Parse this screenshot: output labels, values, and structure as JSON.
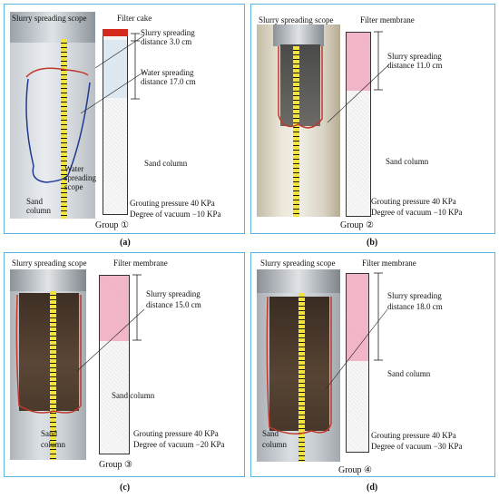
{
  "panels": [
    {
      "id": "a",
      "group": "Group ①",
      "caption": "(a)",
      "labels": {
        "slurry_scope": "Slurry spreading scope",
        "top_marker": "Filter cake",
        "slurry_distance_1": "Slurry spreading",
        "slurry_distance_2": "distance 3.0 cm",
        "water_distance_1": "Water spreading",
        "water_distance_2": "distance 17.0 cm",
        "sand_column": "Sand column",
        "water_scope_1": "Water",
        "water_scope_2": "spreading",
        "water_scope_3": "scope",
        "sand_photo_1": "Sand",
        "sand_photo_2": "column",
        "pressure": "Grouting pressure 40 KPa",
        "vacuum": "Degree of vacuum −10 KPa"
      }
    },
    {
      "id": "b",
      "group": "Group ②",
      "caption": "(b)",
      "labels": {
        "slurry_scope": "Slurry spreading scope",
        "top_marker": "Filter membrane",
        "slurry_distance_1": "Slurry spreading",
        "slurry_distance_2": "distance 11.0 cm",
        "sand_column": "Sand column",
        "pressure": "Grouting pressure 40 KPa",
        "vacuum": "Degree of vacuum −10 KPa"
      }
    },
    {
      "id": "c",
      "group": "Group ③",
      "caption": "(c)",
      "labels": {
        "slurry_scope": "Slurry spreading scope",
        "top_marker": "Filter membrane",
        "slurry_distance_1": "Slurry spreading",
        "slurry_distance_2": "distance 15.0 cm",
        "sand_column": "Sand column",
        "sand_photo_1": "Sand",
        "sand_photo_2": "column",
        "pressure": "Grouting pressure 40 KPa",
        "vacuum": "Degree of vacuum −20 KPa"
      }
    },
    {
      "id": "d",
      "group": "Group ④",
      "caption": "(d)",
      "labels": {
        "slurry_scope": "Slurry spreading scope",
        "top_marker": "Filter membrane",
        "slurry_distance_1": "Slurry spreading",
        "slurry_distance_2": "distance 18.0 cm",
        "sand_column": "Sand column",
        "sand_photo_1": "Sand",
        "sand_photo_2": "column",
        "pressure": "Grouting pressure 40 KPa",
        "vacuum": "Degree of vacuum −30 KPa"
      }
    }
  ],
  "colors": {
    "panel_border": "#5bb4e0",
    "slurry_outline": "#c0392b",
    "water_outline": "#1f3a93",
    "filter_pink": "#f0aabe",
    "filter_cake_red": "#d42a1e"
  }
}
